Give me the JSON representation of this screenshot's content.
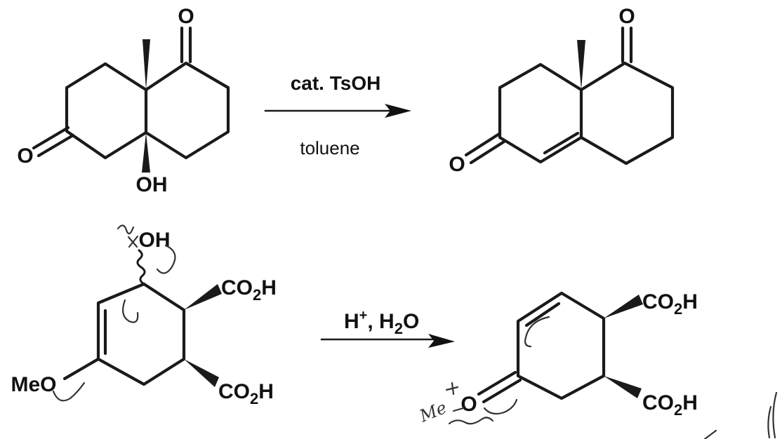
{
  "reaction1": {
    "reagent": "cat. TsOH",
    "solvent": "toluene",
    "reactant_labels": {
      "ketone_top": "O",
      "ketone_left": "O",
      "hydroxyl": "OH"
    },
    "product_labels": {
      "ketone_top": "O",
      "enone": "O"
    }
  },
  "reaction2": {
    "reagent_main": "H",
    "reagent_charge": "+",
    "reagent_rest": ", H",
    "reagent_sub": "2",
    "reagent_end": "O",
    "reactant_labels": {
      "hydroxyl": "OH",
      "methoxy": "MeO",
      "acid_top": "CO",
      "acid_top_sub": "2",
      "acid_top_end": "H",
      "acid_bottom": "CO",
      "acid_bottom_sub": "2",
      "acid_bottom_end": "H"
    },
    "product_labels": {
      "ketone": "O",
      "acid_top": "CO",
      "acid_top_sub": "2",
      "acid_top_end": "H",
      "acid_bottom": "CO",
      "acid_bottom_sub": "2",
      "acid_bottom_end": "H"
    },
    "handwritten_note": "Me"
  }
}
